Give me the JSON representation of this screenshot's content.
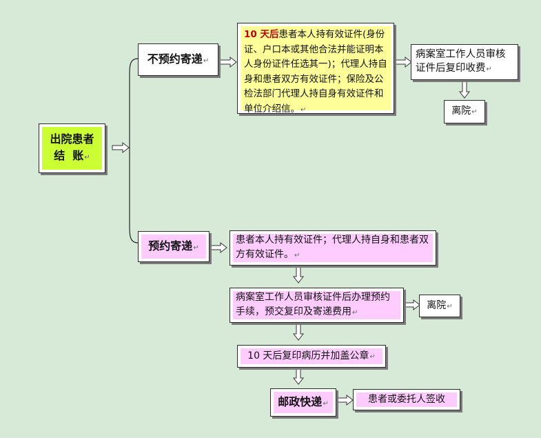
{
  "colors": {
    "background": "#d7ead8",
    "green": "#ccff33",
    "pink": "#ffccff",
    "yellow": "#ffff99",
    "red_text": "#c00000"
  },
  "mark": "↵",
  "start": {
    "line1": "出院患者",
    "line2": "结  账"
  },
  "branch_no_appointment": {
    "label": "不预约寄递",
    "documents_highlight": "10 天后",
    "documents_text": "患者本人持有效证件(身份证、户口本或其他合法并能证明本人身份证件任选其一)；代理人持自身和患者双方有效证件；保险及公检法部门代理人持自身有效证件和单位介绍信。",
    "review": "病案室工作人员审核证件后复印收费",
    "discharge": "离院"
  },
  "branch_appointment": {
    "label": "预约寄递",
    "documents": "患者本人持有效证件；代理人持自身和患者双方有效证件。",
    "review": "病案室工作人员审核证件后办理预约手续，预交复印及寄递费用",
    "discharge": "离院",
    "copy": "10 天后复印病历并加盖公章",
    "express": "邮政快递",
    "sign": "患者或委托人签收"
  }
}
